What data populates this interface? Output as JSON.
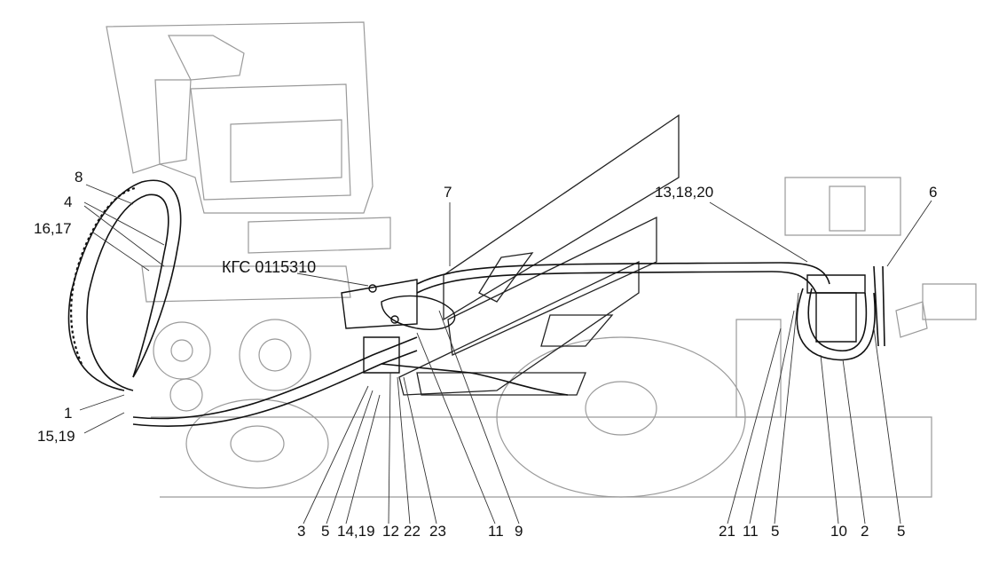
{
  "drawing": {
    "code": "КГС 0115310",
    "callouts": {
      "c8": "8",
      "c4": "4",
      "c1617": "16,17",
      "c1": "1",
      "c1519": "15,19",
      "c7": "7",
      "c131820": "13,18,20",
      "c6": "6",
      "b3": "3",
      "b5a": "5",
      "b1419": "14,19",
      "b12": "12",
      "b22": "22",
      "b23": "23",
      "b11a": "11",
      "b9": "9",
      "b21": "21",
      "b11b": "11",
      "b5b": "5",
      "b10": "10",
      "b2": "2",
      "b5c": "5"
    }
  }
}
